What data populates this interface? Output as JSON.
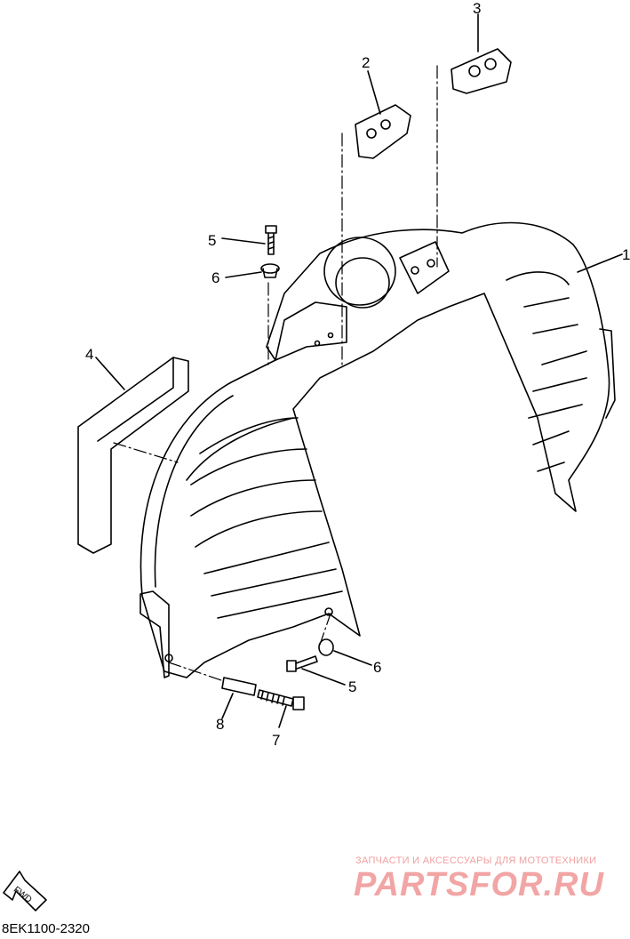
{
  "callouts": {
    "c1": "1",
    "c2": "2",
    "c3": "3",
    "c4": "4",
    "c5a": "5",
    "c5b": "5",
    "c6a": "6",
    "c6b": "6",
    "c7": "7",
    "c8": "8"
  },
  "fwd_label": "FWD",
  "diagram_code": "8EK1100-2320",
  "watermark": {
    "tagline": "ЗАПЧАСТИ И АКСЕССУАРЫ ДЛЯ МОТОТЕХНИКИ",
    "logo": "PARTSFOR.RU"
  }
}
